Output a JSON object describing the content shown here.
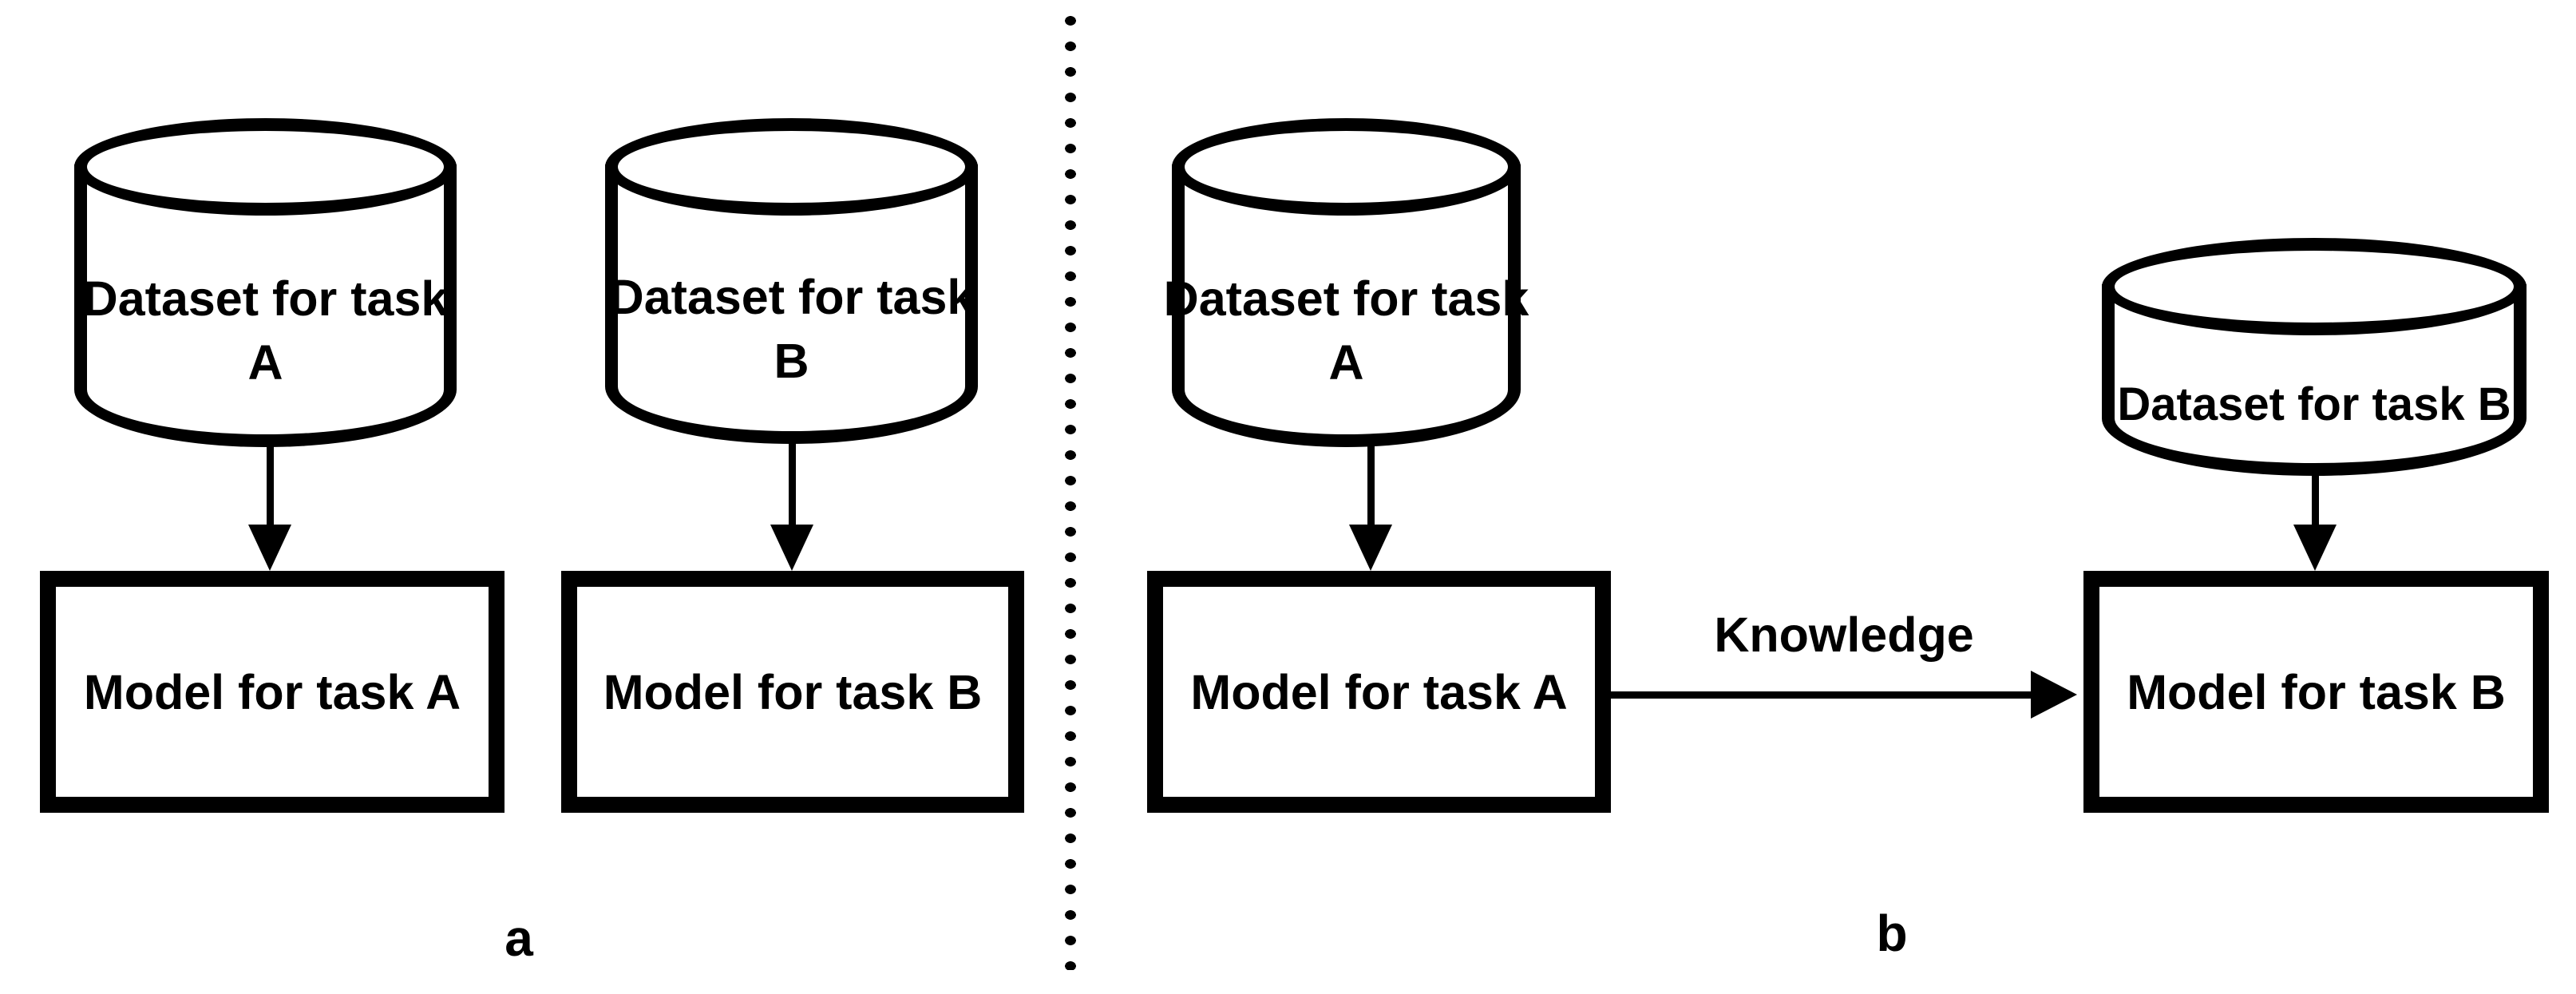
{
  "diagram": {
    "colors": {
      "ink": "#000000",
      "background": "#ffffff"
    },
    "panel_a": {
      "label": "a",
      "dataset_a_line1": "Dataset for task",
      "dataset_a_line2": "A",
      "dataset_b_line1": "Dataset for task",
      "dataset_b_line2": "B",
      "model_a": "Model for task A",
      "model_b": "Model for task B"
    },
    "panel_b": {
      "label": "b",
      "dataset_a_line1": "Dataset for task",
      "dataset_a_line2": "A",
      "dataset_b": "Dataset for task B",
      "model_a": "Model for task A",
      "model_b": "Model for task B",
      "knowledge": "Knowledge"
    }
  }
}
